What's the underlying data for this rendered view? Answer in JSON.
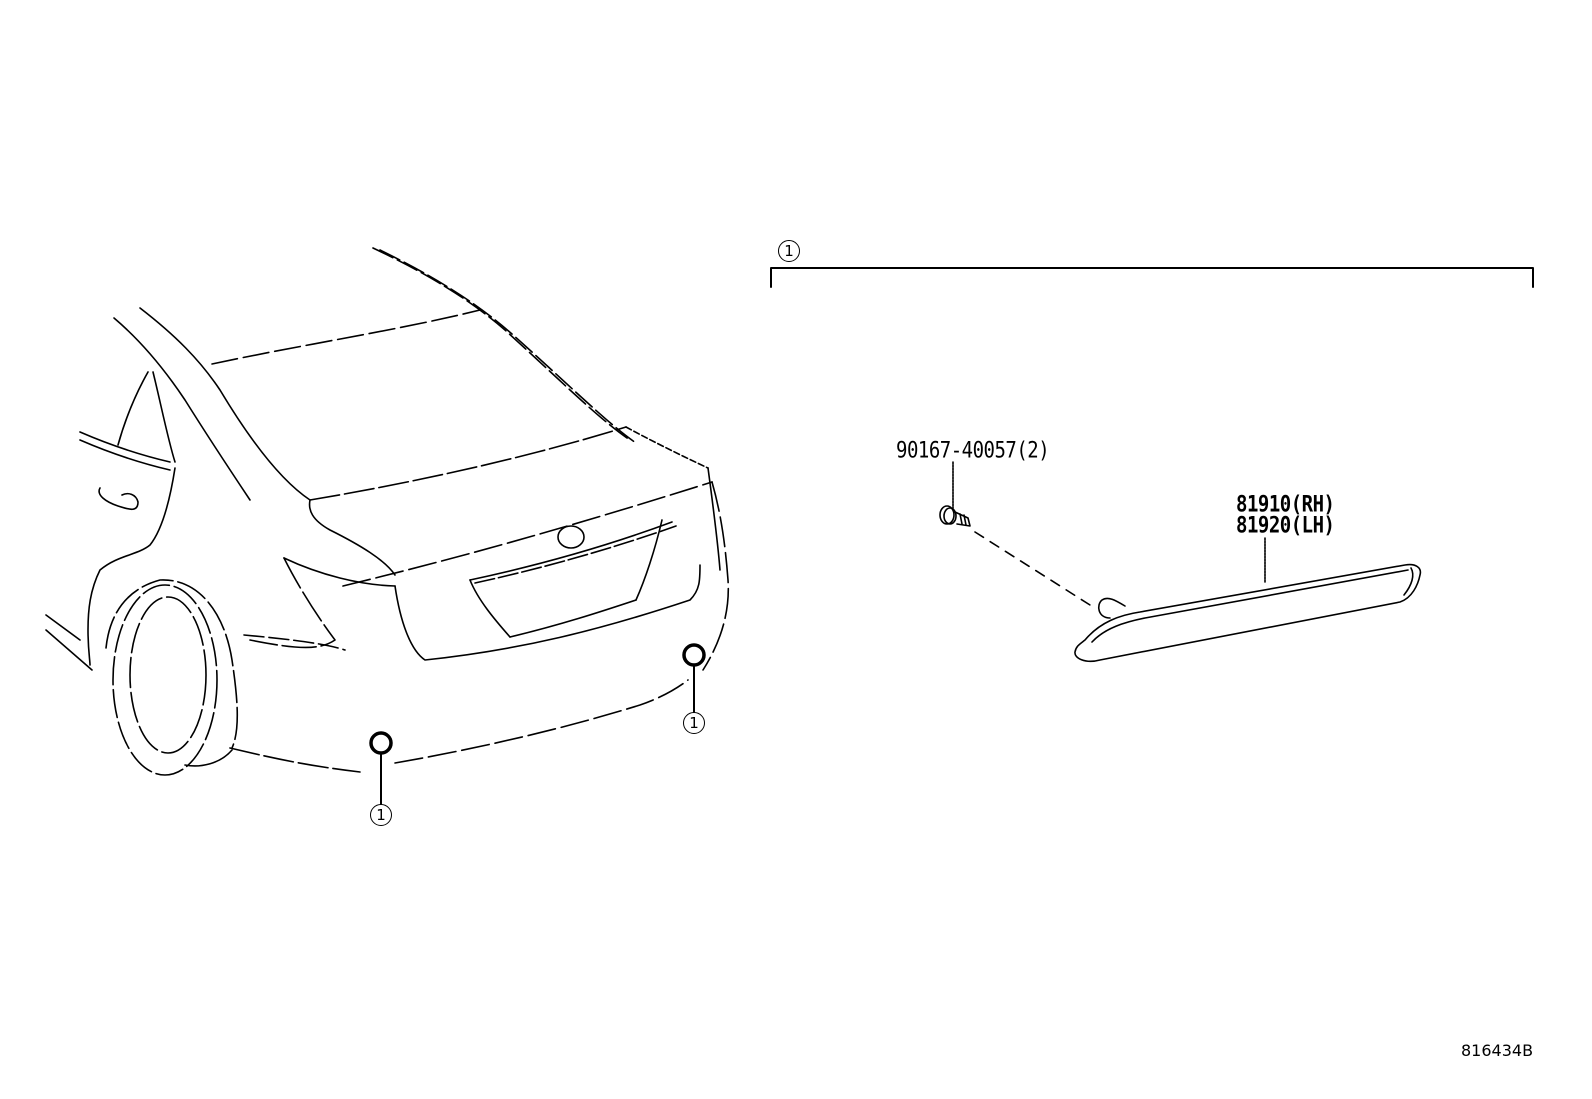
{
  "diagram": {
    "type": "parts-exploded-view",
    "subject": "rear bumper reflector",
    "callout_group": {
      "number": "1"
    },
    "callouts_on_vehicle": [
      {
        "number": "1",
        "position": "left rear bumper"
      },
      {
        "number": "1",
        "position": "right rear bumper"
      }
    ],
    "parts": [
      {
        "part_number": "90167-40057(2)",
        "name": "screw"
      },
      {
        "part_number": "81910(RH)",
        "name": "reflector right"
      },
      {
        "part_number": "81920(LH)",
        "name": "reflector left"
      }
    ],
    "reference_code": "816434B"
  }
}
